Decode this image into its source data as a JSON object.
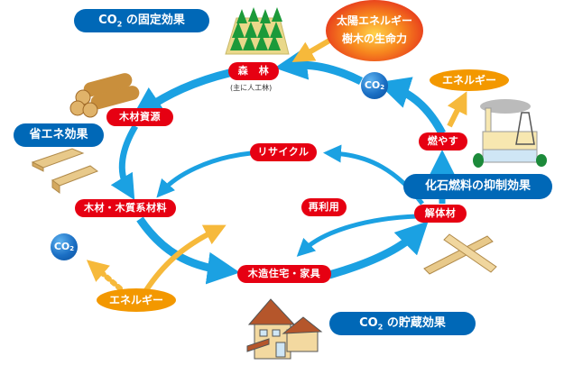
{
  "effects": {
    "fixation": {
      "prefix": "CO",
      "sub": "2",
      "suffix": " の固定効果"
    },
    "energy_saving": "省エネ効果",
    "fossil_suppression": "化石燃料の抑制効果",
    "storage": {
      "prefix": "CO",
      "sub": "2",
      "suffix": " の貯蔵効果"
    }
  },
  "nodes": {
    "forest": "森　林",
    "forest_note": "(主に人工林)",
    "timber_resource": "木材資源",
    "wood_materials": "木材・木質系材料",
    "wooden_housing": "木造住宅・家具",
    "demolition_wood": "解体材",
    "burn": "燃やす",
    "recycle": "リサイクル",
    "reuse": "再利用"
  },
  "sun": {
    "line1": "太陽エネルギー",
    "line2": "樹木の生命力"
  },
  "energy_labels": {
    "top": "エネルギー",
    "bottom": "エネルギー"
  },
  "co2_balls": [
    {
      "prefix": "CO",
      "sub": "2"
    },
    {
      "prefix": "CO",
      "sub": "2"
    }
  ],
  "colors": {
    "cycle_arrow": "#1ba1e2",
    "energy_arrow": "#f6b93b",
    "node_red": "#e60012",
    "effect_blue": "#0068b7",
    "energy_orange": "#f39800"
  }
}
